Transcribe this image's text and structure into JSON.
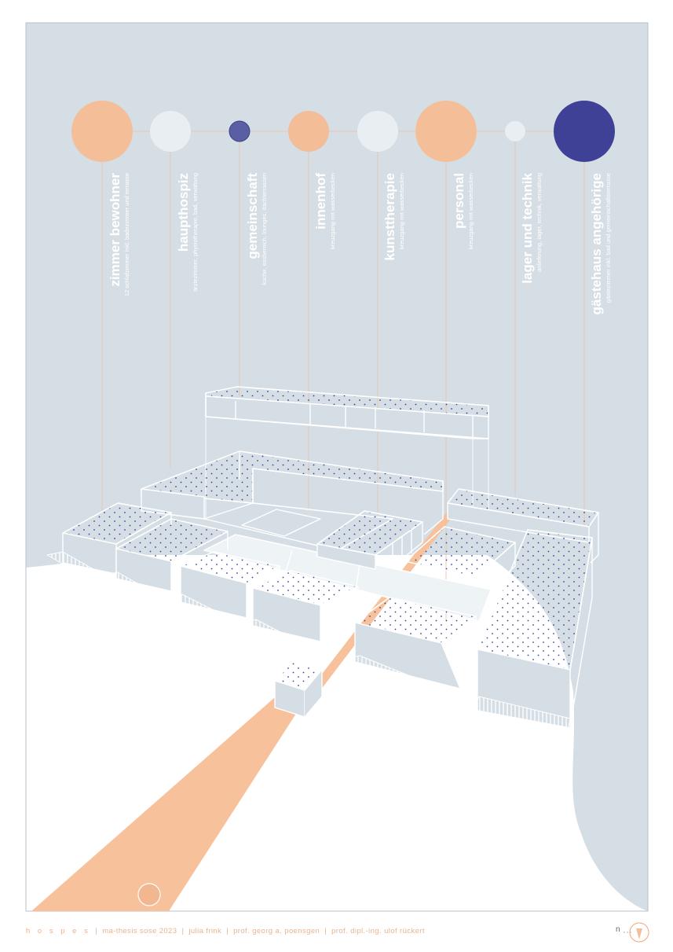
{
  "diagram": {
    "program": [
      {
        "title": "zimmer bewohner",
        "subtitle": "12 schlafzimmer inkl. badezimmer und terrasse",
        "color": "#f4bf98",
        "icon": "circle-large-orange"
      },
      {
        "title": "haupthospiz",
        "subtitle": "ärztezimmer, physiotherapie, bad, verwaltung",
        "color": "#e8eef2",
        "icon": "circle-medium-white"
      },
      {
        "title": "gemeinschaft",
        "subtitle": "küche, essbereich, lounges, dachterrassen",
        "color": "#5a5fa3",
        "icon": "circle-small-blue"
      },
      {
        "title": "innenhof",
        "subtitle": "kreuzgang mit wasserbecken",
        "color": "#f4bf98",
        "icon": "circle-medium-orange"
      },
      {
        "title": "kunsttherapie",
        "subtitle": "kreuzgang mit wasserbecken",
        "color": "#e8eef2",
        "icon": "circle-medium-white"
      },
      {
        "title": "personal",
        "subtitle": "kreuzgang mit wasserbecken",
        "color": "#f4bf98",
        "icon": "circle-large-orange"
      },
      {
        "title": "lager und technik",
        "subtitle": "anlieferung, lager, technik, verwaltung",
        "color": "#e8eef2",
        "icon": "circle-small-white"
      },
      {
        "title": "gästehaus angehörige",
        "subtitle": "gästezimmer inkl. bad und gemeinschaftsterrasse",
        "color": "#3f4196",
        "icon": "circle-large-navy"
      }
    ]
  },
  "footer": {
    "project": "h o s p e s",
    "thesis": "ma-thesis sose 2023",
    "author": "julia frink",
    "prof1": "prof. georg a. poensgen",
    "prof2": "prof. dipl.-ing. ulof rückert",
    "separator": "|"
  },
  "north_arrow": {
    "label": "n",
    "icon": "north-arrow-icon"
  },
  "colors": {
    "background": "#d5dee4",
    "accent_orange": "#f4bf98",
    "navy": "#3f4196",
    "frame": "#b8c2c9"
  }
}
